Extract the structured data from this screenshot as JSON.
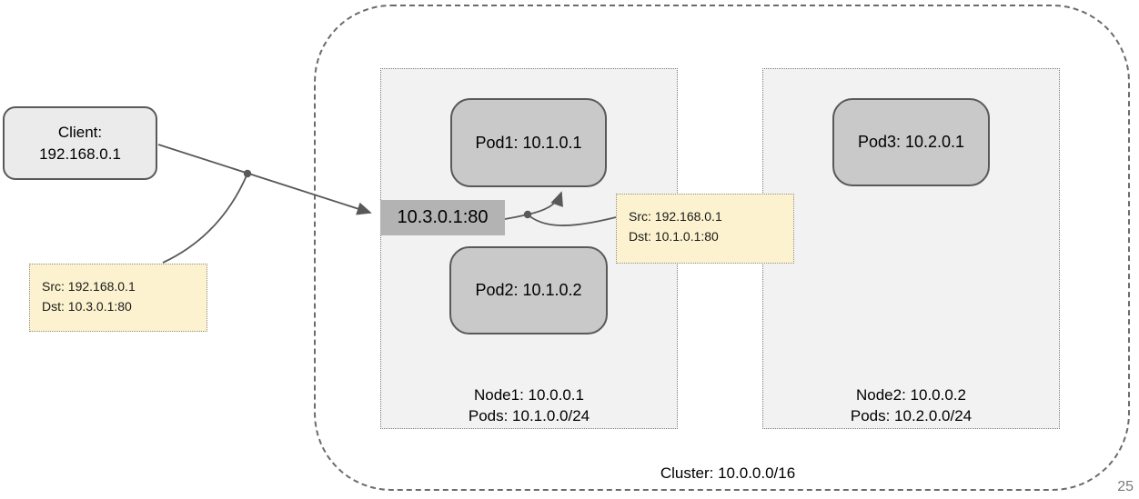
{
  "page": {
    "number": "25"
  },
  "client": {
    "label": "Client:",
    "address": "192.168.0.1"
  },
  "service": {
    "label": "10.3.0.1:80"
  },
  "cluster": {
    "label": "Cluster: 10.0.0.0/16"
  },
  "nodes": [
    {
      "name": "Node1: 10.0.0.1",
      "pods_cidr": "Pods: 10.1.0.0/24"
    },
    {
      "name": "Node2: 10.0.0.2",
      "pods_cidr": "Pods: 10.2.0.0/24"
    }
  ],
  "pods": [
    {
      "label": "Pod1: 10.1.0.1"
    },
    {
      "label": "Pod2: 10.1.0.2"
    },
    {
      "label": "Pod3: 10.2.0.1"
    }
  ],
  "packet_notes": [
    {
      "src": "Src: 192.168.0.1",
      "dst": "Dst: 10.3.0.1:80"
    },
    {
      "src": "Src: 192.168.0.1",
      "dst": "Dst: 10.1.0.1:80"
    }
  ],
  "icons": {
    "arrow_client_to_service": "arrow",
    "arrow_service_to_pod1": "arrow",
    "junction_dots": "dot"
  },
  "colors": {
    "pod_fill": "#c9c9c9",
    "pod_border": "#595959",
    "client_fill": "#ebebeb",
    "service_fill": "#b3b3b3",
    "node_fill": "#f2f2f2",
    "note_fill": "#fcf2cf",
    "connector": "#595959",
    "cluster_border": "#6b6b6b",
    "page_number": "#7a7a7a"
  }
}
